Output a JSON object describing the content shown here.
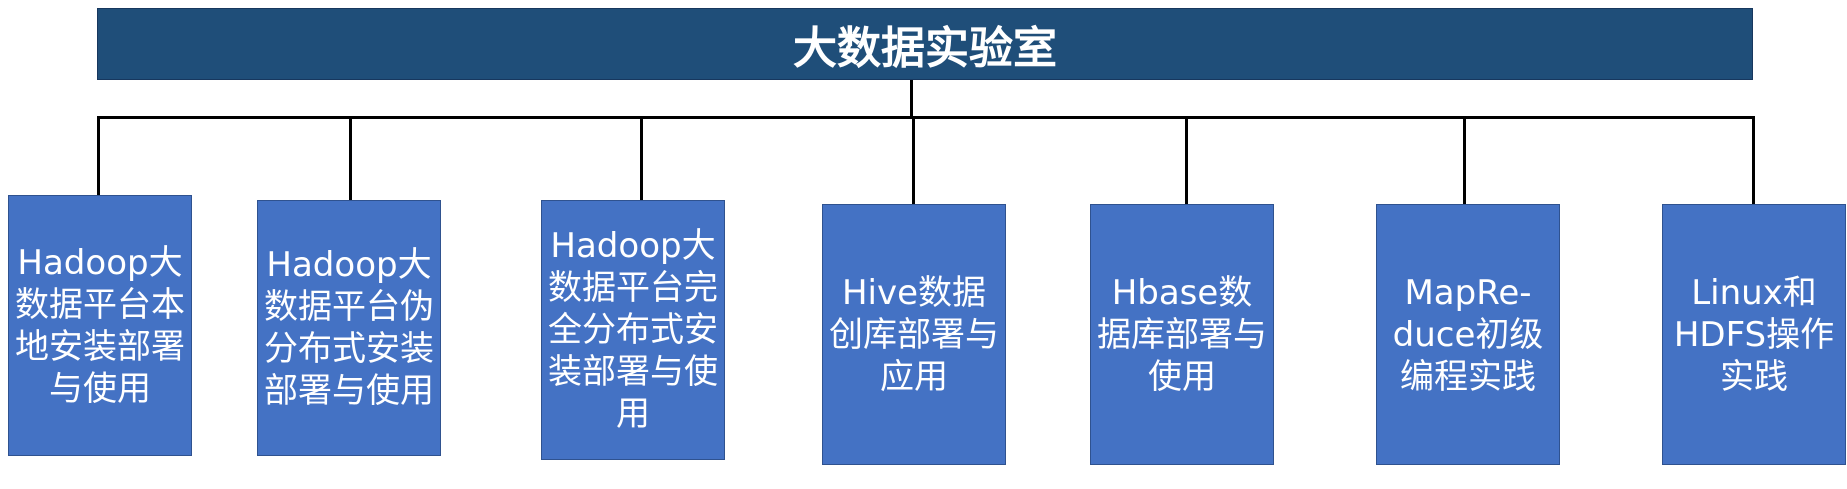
{
  "diagram": {
    "root": {
      "label": "大数据实验室"
    },
    "children": [
      {
        "label": "Hadoop大数据平台本地安装部署与使用"
      },
      {
        "label": "Hadoop大数据平台伪分布式安装部署与使用"
      },
      {
        "label": "Hadoop大数据平台完全分布式安装部署与使用"
      },
      {
        "label": "Hive数据创库部署与应用"
      },
      {
        "label": "Hbase数据库部署与使用"
      },
      {
        "label": "MapRe-duce初级编程实践"
      },
      {
        "label": "Linux和HDFS操作实践"
      }
    ]
  },
  "colors": {
    "root_fill": "#1f4e79",
    "child_fill": "#4472c4",
    "connector": "#000000",
    "text": "#ffffff"
  }
}
